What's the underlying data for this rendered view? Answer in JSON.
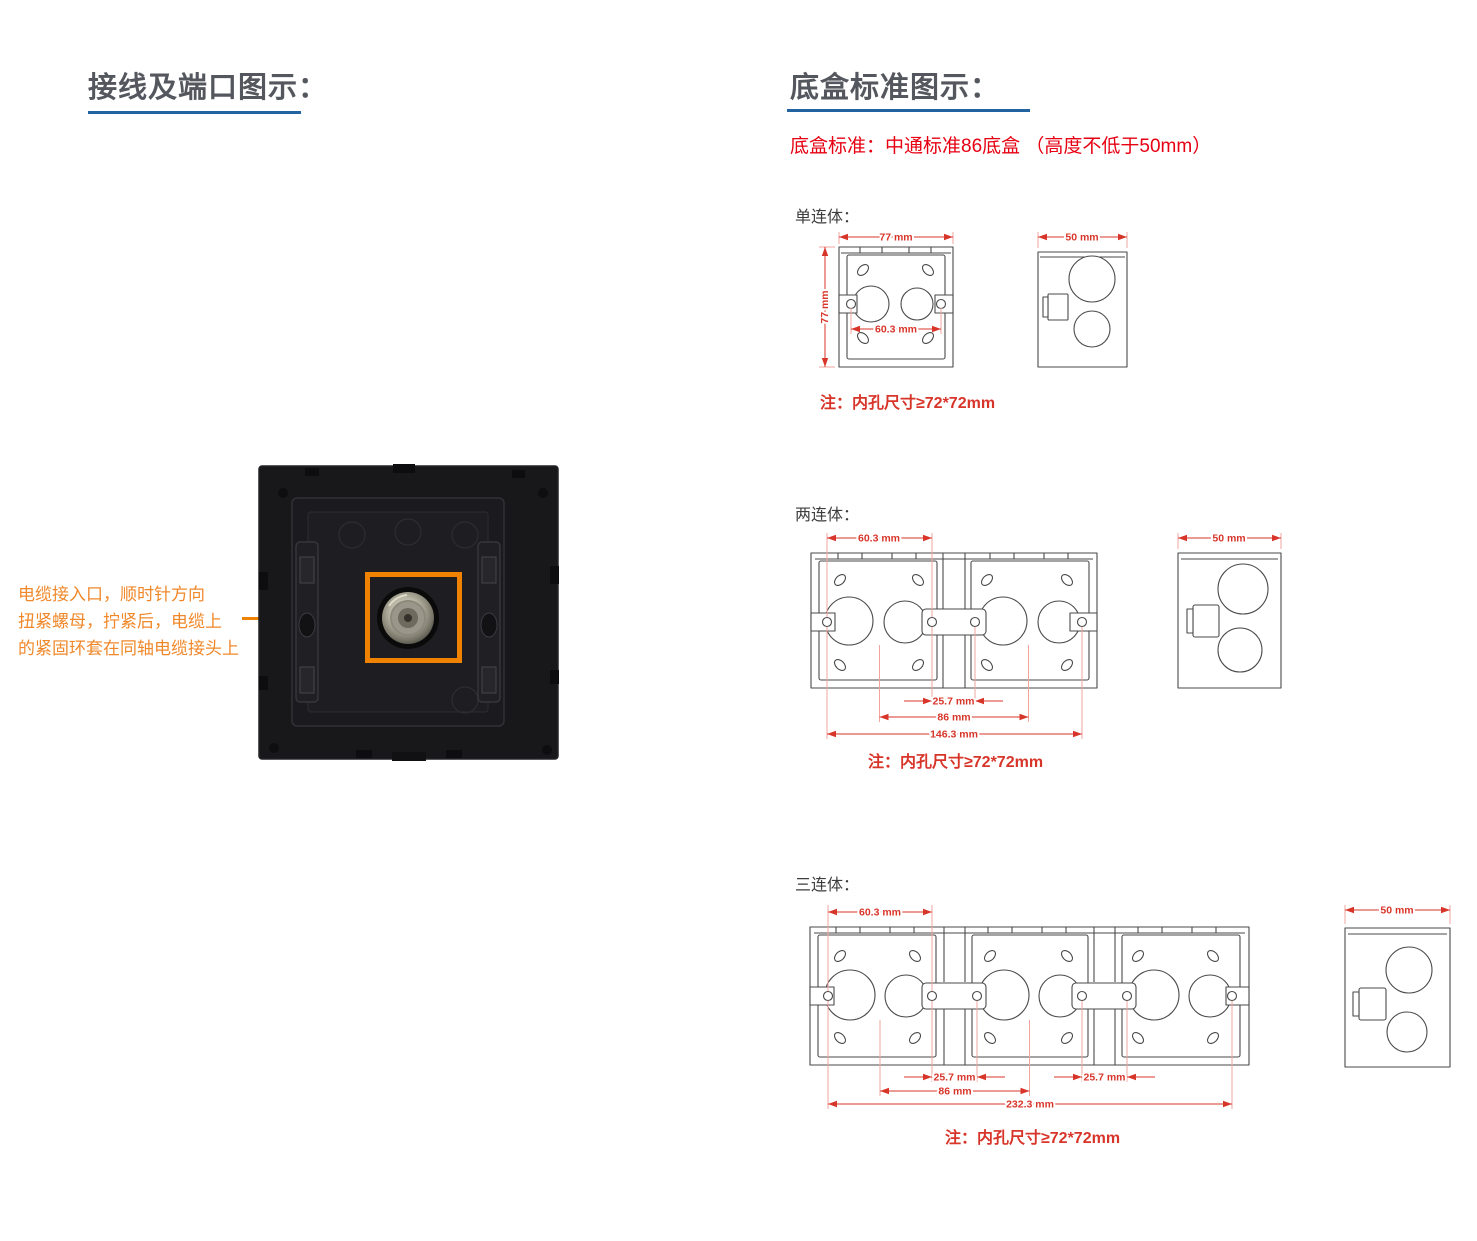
{
  "colors": {
    "heading_text": "#54575e",
    "heading_underline": "#2263a0",
    "standard_red": "#e60012",
    "note_red": "#d8352a",
    "annotation_orange": "#f0882a",
    "highlight_orange": "#ef8200",
    "drawing_stroke": "#4a4a4a"
  },
  "left_panel": {
    "title": "接线及端口图示：",
    "annotation_lines": [
      "电缆接入口，顺时针方向",
      "扭紧螺母，拧紧后，电缆上",
      "的紧固环套在同轴电缆接头上"
    ]
  },
  "right_panel": {
    "title": "底盒标准图示：",
    "standard_note": "底盒标准：中通标准86底盒 （高度不低于50mm）",
    "sections": {
      "single": {
        "label": "单连体：",
        "note": "注：内孔尺寸≥72*72mm",
        "dims": {
          "width": "77 mm",
          "height": "77 mm",
          "screw_spacing": "60.3 mm",
          "depth": "50 mm"
        }
      },
      "double": {
        "label": "两连体：",
        "note": "注：内孔尺寸≥72*72mm",
        "dims": {
          "screw_spacing": "60.3 mm",
          "adjacent_gap": "25.7 mm",
          "center_spacing": "86 mm",
          "overall": "146.3 mm",
          "depth": "50 mm"
        }
      },
      "triple": {
        "label": "三连体：",
        "note": "注：内孔尺寸≥72*72mm",
        "dims": {
          "screw_spacing": "60.3 mm",
          "adjacent_gap_1": "25.7 mm",
          "adjacent_gap_2": "25.7 mm",
          "center_spacing": "86 mm",
          "overall": "232.3 mm",
          "depth": "50 mm"
        }
      }
    }
  }
}
